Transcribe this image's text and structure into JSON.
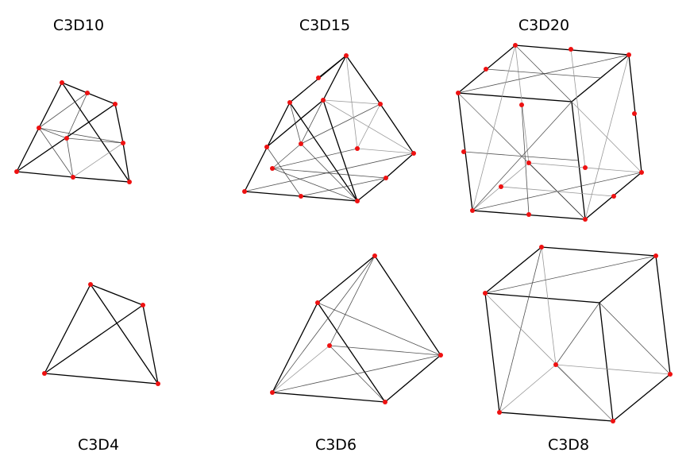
{
  "figure": {
    "elements": [
      {
        "id": "c3d10",
        "label": "C3D10"
      },
      {
        "id": "c3d15",
        "label": "C3D15"
      },
      {
        "id": "c3d20",
        "label": "C3D20"
      },
      {
        "id": "c3d4",
        "label": "C3D4"
      },
      {
        "id": "c3d6",
        "label": "C3D6"
      },
      {
        "id": "c3d8",
        "label": "C3D8"
      }
    ],
    "node_color": "#ee1111",
    "edge_color": "#000000"
  }
}
